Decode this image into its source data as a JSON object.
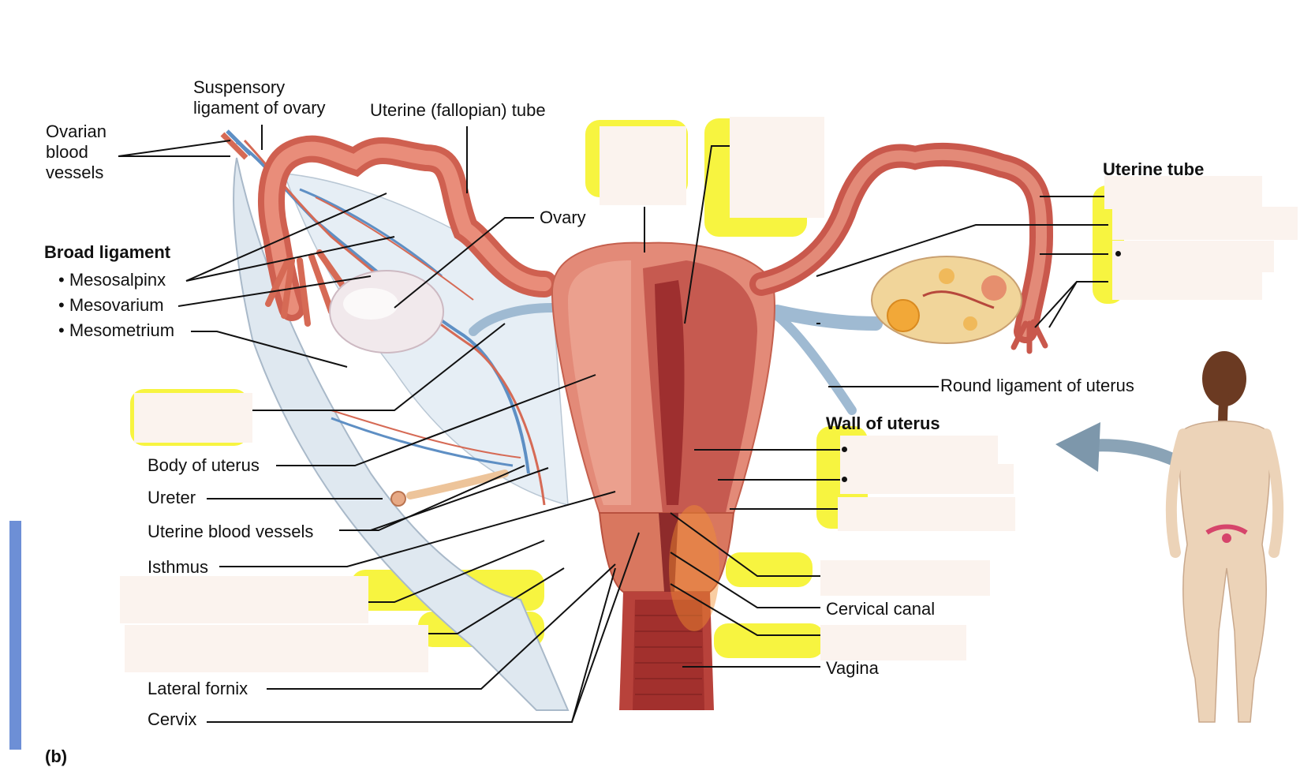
{
  "figure_label": "(b)",
  "labels": {
    "ovarian_blood_vessels": [
      "Ovarian",
      "blood",
      "vessels"
    ],
    "suspensory_ligament": [
      "Suspensory",
      "ligament of ovary"
    ],
    "uterine_fallopian_tube": "Uterine (fallopian) tube",
    "ovary": "Ovary",
    "broad_ligament": "Broad ligament",
    "mesosalpinx": "• Mesosalpinx",
    "mesovarium": "• Mesovarium",
    "mesometrium": "• Mesometrium",
    "body_of_uterus": "Body of uterus",
    "ureter": "Ureter",
    "uterine_blood_vessels": "Uterine blood vessels",
    "isthmus": "Isthmus",
    "lateral_fornix": "Lateral fornix",
    "cervix": "Cervix",
    "uterine_tube": "Uterine tube",
    "round_ligament": "Round ligament of uterus",
    "wall_of_uterus": "Wall of uterus",
    "cervical_canal": "Cervical canal",
    "vagina": "Vagina"
  },
  "colors": {
    "uterus_outer": "#e38a78",
    "uterus_wall": "#c65a50",
    "cavity": "#9e2f2f",
    "ligament": "#dfe8f0",
    "vessel_blue": "#5e8fc4",
    "vessel_red": "#d66a55",
    "highlight": "#f4f000",
    "blank_box": "#fbf3ee",
    "skin": "#ecd3b8",
    "hair": "#6b3a22"
  },
  "icons": {
    "arrow": "curved-arrow-icon",
    "figure": "human-figure-icon"
  }
}
